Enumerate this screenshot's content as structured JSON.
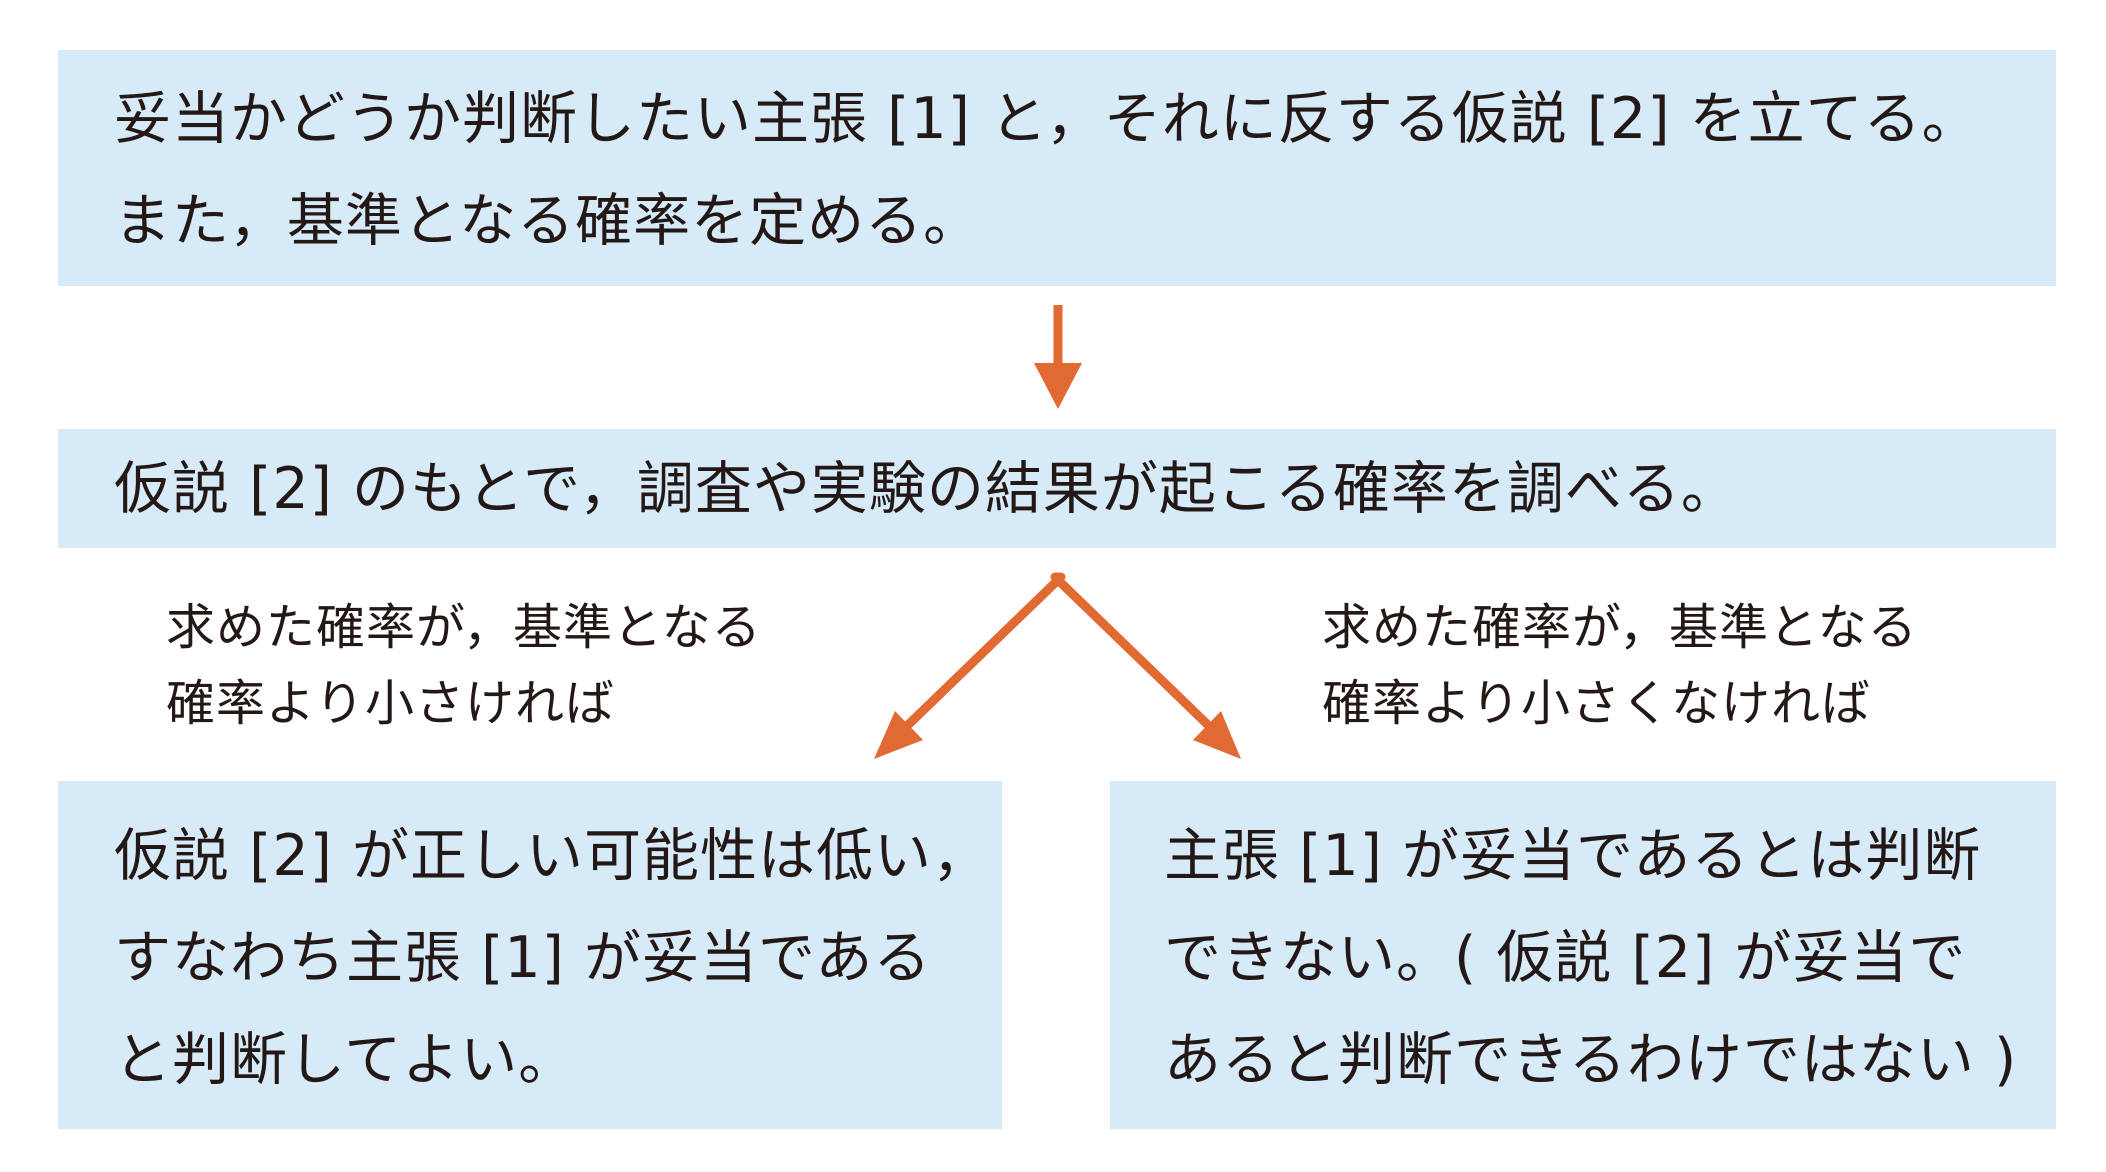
{
  "colors": {
    "box_fill": "#d6eaf8",
    "arrow": "#e06a32",
    "text": "#231815"
  },
  "top_box": {
    "lines": [
      "妥当かどうか判断したい主張 [1] と，それに反する仮説 [2] を立てる。",
      "また，基準となる確率を定める。"
    ]
  },
  "middle_box": {
    "lines": [
      "仮説 [2] のもとで，調査や実験の結果が起こる確率を調べる。"
    ]
  },
  "condition_left": {
    "lines": [
      "求めた確率が，基準となる",
      "確率より小さければ"
    ]
  },
  "condition_right": {
    "lines": [
      "求めた確率が，基準となる",
      "確率より小さくなければ"
    ]
  },
  "left_box": {
    "lines": [
      "仮説 [2] が正しい可能性は低い，",
      "すなわち主張 [1] が妥当である",
      "と判断してよい。"
    ]
  },
  "right_box": {
    "lines": [
      "主張 [1] が妥当であるとは判断",
      "できない。( 仮説 [2] が妥当で",
      "あると判断できるわけではない )"
    ]
  },
  "icons": {
    "down_arrow": "arrow-down-icon",
    "left_arrow": "arrow-down-left-icon",
    "right_arrow": "arrow-down-right-icon"
  }
}
